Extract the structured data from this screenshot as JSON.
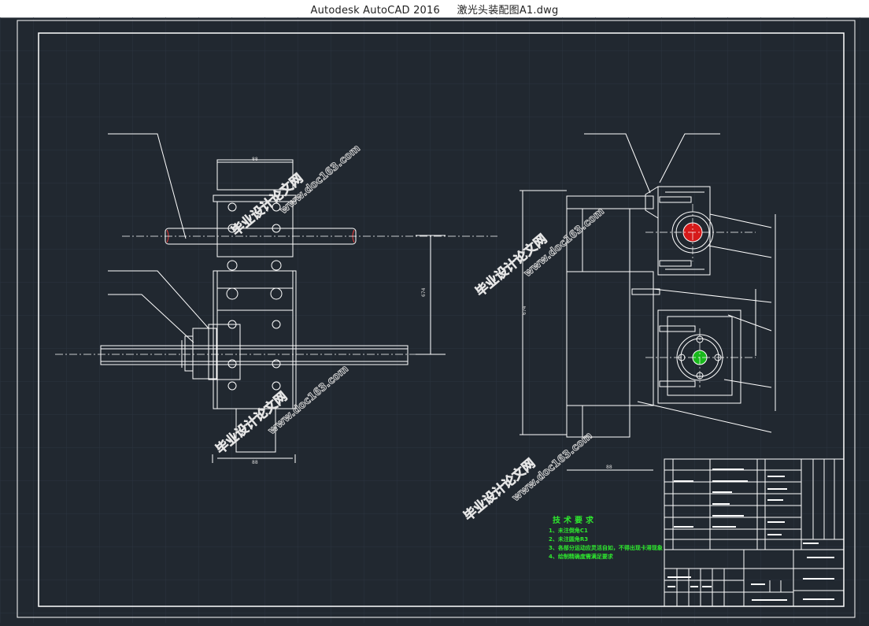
{
  "window": {
    "title": "Autodesk AutoCAD 2016     激光头装配图A1.dwg"
  },
  "colors": {
    "background": "#212830",
    "line": "#ffffff",
    "notes_text": "#2ee82e",
    "red_fill": "#d61a1a",
    "green_fill": "#19b81c"
  },
  "watermark": {
    "site": "www.doc163.com",
    "brand": "毕业设计论文网"
  },
  "technical_requirements": {
    "title": "技术要求",
    "lines": [
      "1、未注倒角C1",
      "2、未注圆角R3",
      "3、各部分运动应灵活自如，不得出现卡滞现象",
      "4、绘制精确度需满足要求"
    ]
  },
  "dimensions": {
    "height_label": "674",
    "vertical_label": "674"
  }
}
